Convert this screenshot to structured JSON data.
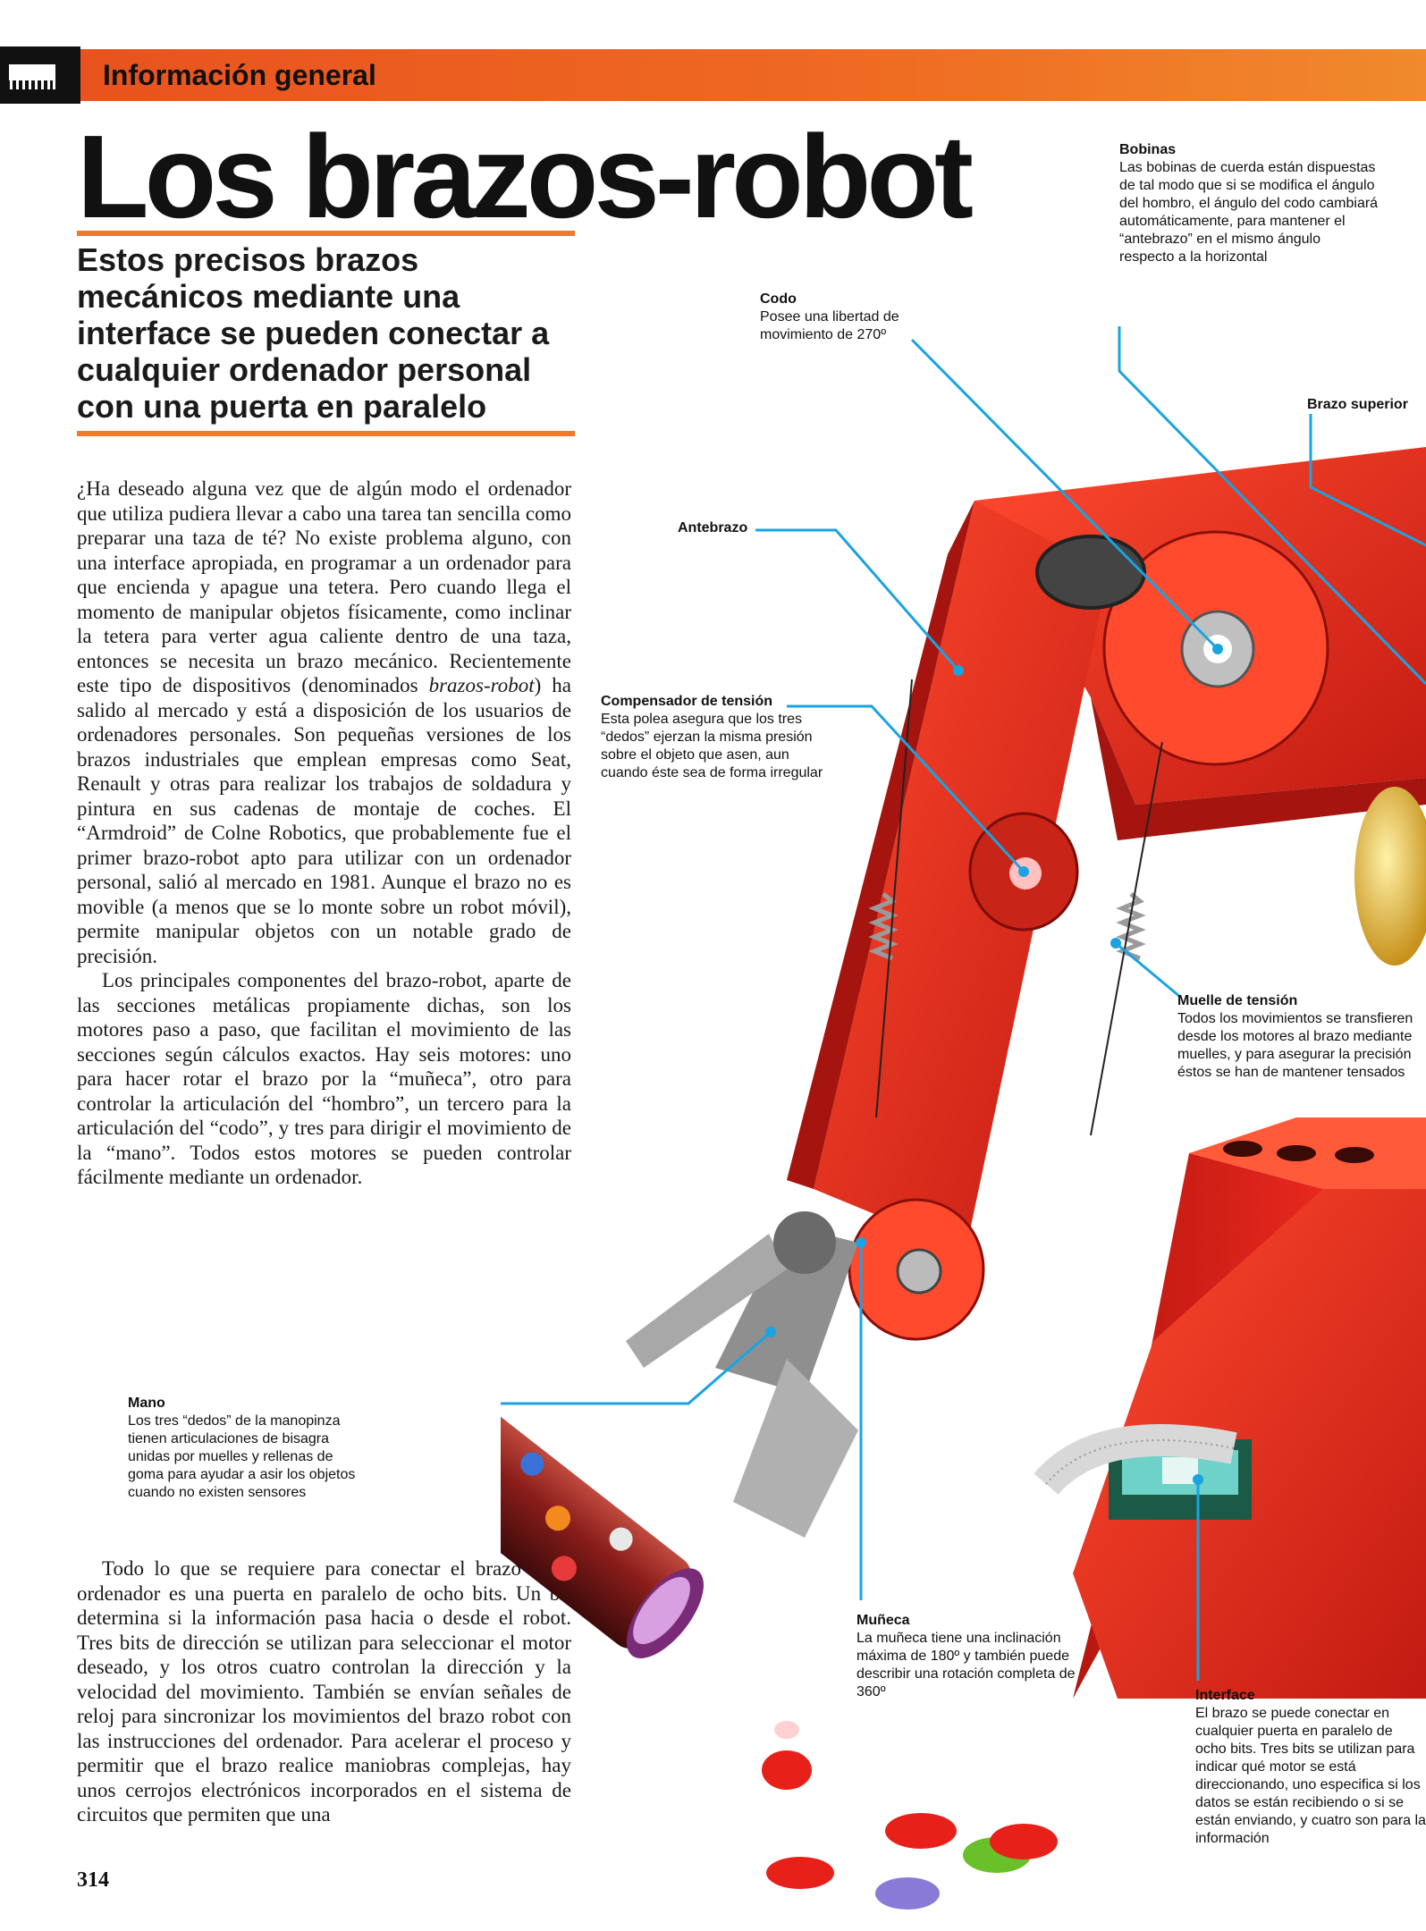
{
  "header": {
    "section": "Información general"
  },
  "title": "Los brazos-robot",
  "subtitle": "Estos precisos brazos mecánicos mediante una interface se pueden conectar a cualquier ordenador personal con una puerta en paralelo",
  "body": {
    "col1_p1_a": "¿Ha deseado alguna vez que de algún modo el ordenador que utiliza pudiera llevar a cabo una tarea tan sencilla como preparar una taza de té? No existe problema alguno, con una interface apropiada, en programar a un ordenador para que encienda y apague una tetera. Pero cuando llega el momento de manipular objetos físicamente, como inclinar la tetera para verter agua caliente dentro de una taza, entonces se necesita un brazo mecánico. Recientemente este tipo de dispositivos (denominados ",
    "col1_p1_em": "brazos-robot",
    "col1_p1_b": ") ha salido al mercado y está a disposición de los usuarios de ordenadores personales. Son pequeñas versiones de los brazos industriales que emplean empresas como Seat, Renault y otras para realizar los trabajos de soldadura y pintura en sus cadenas de montaje de coches. El “Armdroid” de Colne Robotics, que probablemente fue el primer brazo-robot apto para utilizar con un ordenador personal, salió al mercado en 1981. Aunque el brazo no es movible (a menos que se lo monte sobre un robot móvil), permite manipular objetos con un notable grado de precisión.",
    "col1_p2": "Los principales componentes del brazo-robot, aparte de las secciones metálicas propiamente dichas, son los motores paso a paso, que facilitan el movimiento de las secciones según cálculos exactos. Hay seis motores: uno para hacer rotar el brazo por la “muñeca”, otro para controlar la articulación del “hombro”, un tercero para la articulación del “codo”, y tres para dirigir el movimiento de la “mano”. Todos estos motores se pueden controlar fácilmente mediante un ordenador.",
    "col2_p1": "Todo lo que se requiere para conectar el brazo a un ordenador es una puerta en paralelo de ocho bits. Un bit determina si la información pasa hacia o desde el robot. Tres bits de dirección se utilizan para seleccionar el motor deseado, y los otros cuatro controlan la dirección y la velocidad del movimiento. También se envían señales de reloj para sincronizar los movimientos del brazo robot con las instrucciones del ordenador. Para acelerar el proceso y permitir que el brazo realice maniobras complejas, hay unos cerrojos electrónicos incorporados en el sistema de circuitos que permiten que una"
  },
  "page_number": "314",
  "annotations": {
    "bobinas": {
      "title": "Bobinas",
      "text": "Las bobinas de cuerda están dispuestas de tal modo que si se modifica el ángulo del hombro, el ángulo del codo cambiará automáticamente, para mantener el “antebrazo” en el mismo ángulo respecto a la horizontal"
    },
    "codo": {
      "title": "Codo",
      "text": "Posee una libertad de movimiento de 270º"
    },
    "brazo_superior": {
      "title": "Brazo superior"
    },
    "antebrazo": {
      "title": "Antebrazo"
    },
    "compensador": {
      "title": "Compensador de tensión",
      "text": "Esta polea asegura que los tres “dedos” ejerzan la misma presión sobre el objeto que asen, aun cuando éste sea de forma irregular"
    },
    "muelle": {
      "title": "Muelle de tensión",
      "text": "Todos los movimientos se transfieren desde los motores al brazo mediante muelles, y para asegurar la precisión éstos se han de mantener tensados"
    },
    "mano": {
      "title": "Mano",
      "text": "Los tres “dedos” de la manopinza tienen articulaciones de bisagra unidas por muelles y rellenas de goma para ayudar a asir los objetos cuando no existen sensores"
    },
    "muneca": {
      "title": "Muñeca",
      "text": "La muñeca tiene una inclinación máxima de 180º y también puede describir una rotación completa de 360º"
    },
    "interface": {
      "title": "Interface",
      "text": "El brazo se puede conectar en cualquier puerta en paralelo de ocho bits. Tres bits se utilizan para indicar qué motor se está direccionando, uno especifica si los datos se están recibiendo o si se están enviando, y cuatro son para la información"
    }
  },
  "colors": {
    "header_orange": "#ef6a22",
    "rule_orange": "#f07a2a",
    "robot_red": "#e8281e",
    "leader_blue": "#1aa3e0"
  }
}
